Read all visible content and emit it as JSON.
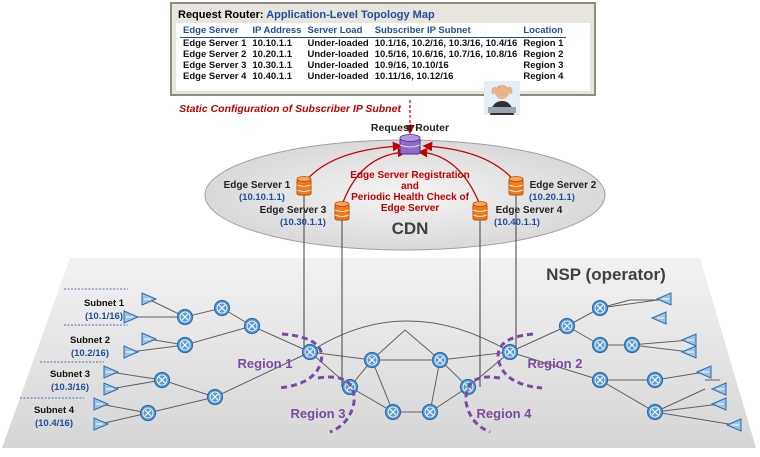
{
  "table": {
    "title_prefix": "Request Router:",
    "title_accent": "Application-Level Topology Map",
    "headers": [
      "Edge Server",
      "IP Address",
      "Server Load",
      "Subscriber IP Subnet",
      "Location"
    ],
    "rows": [
      [
        "Edge Server 1",
        "10.10.1.1",
        "Under-loaded",
        "10.1/16, 10.2/16, 10.3/16, 10.4/16",
        "Region 1"
      ],
      [
        "Edge Server 2",
        "10.20.1.1",
        "Under-loaded",
        "10.5/16, 10.6/16, 10.7/16, 10.8/16",
        "Region 2"
      ],
      [
        "Edge Server 3",
        "10.30.1.1",
        "Under-loaded",
        "10.9/16, 10.10/16",
        "Region 3"
      ],
      [
        "Edge Server 4",
        "10.40.1.1",
        "Under-loaded",
        "10.11/16, 10.12/16",
        "Region 4"
      ]
    ]
  },
  "static_config": "Static Configuration of Subscriber IP Subnet",
  "request_router": "Request Router",
  "registration": [
    "Edge Server Registration",
    "and",
    "Periodic Health Check of",
    "Edge Server"
  ],
  "cdn": "CDN",
  "nsp": "NSP (operator)",
  "edge_servers": [
    {
      "name": "Edge Server 1",
      "ip": "(10.10.1.1)"
    },
    {
      "name": "Edge Server 2",
      "ip": "(10.20.1.1)"
    },
    {
      "name": "Edge Server 3",
      "ip": "(10.30.1.1)"
    },
    {
      "name": "Edge Server 4",
      "ip": "(10.40.1.1)"
    }
  ],
  "regions": [
    "Region 1",
    "Region 2",
    "Region 3",
    "Region 4"
  ],
  "subnets": [
    {
      "name": "Subnet 1",
      "range": "(10.1/16)"
    },
    {
      "name": "Subnet 2",
      "range": "(10.2/16)"
    },
    {
      "name": "Subnet 3",
      "range": "(10.3/16)"
    },
    {
      "name": "Subnet 4",
      "range": "(10.4/16)"
    }
  ],
  "colors": {
    "accent_blue": "#1f4e9c",
    "red": "#c00000",
    "purple": "#7b4aa2",
    "server_orange": "#f07a1a",
    "router_blue": "#3a7ec8"
  }
}
